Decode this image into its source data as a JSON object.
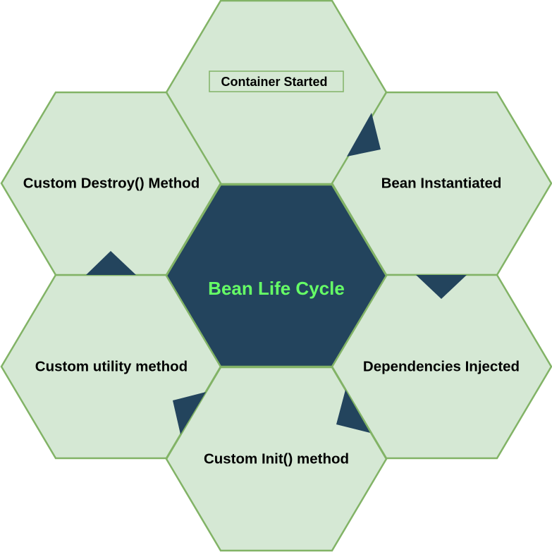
{
  "diagram": {
    "center": {
      "label": "Bean Life Cycle"
    },
    "stages": {
      "container_started": "Container Started",
      "bean_instantiated": "Bean Instantiated",
      "dependencies_injected": "Dependencies Injected",
      "custom_init": "Custom Init() method",
      "custom_utility": "Custom utility method",
      "custom_destroy": "Custom Destroy() Method"
    }
  },
  "colors": {
    "hex_fill": "#d5e8d4",
    "hex_border": "#82b366",
    "center_fill": "#23445d",
    "center_text": "#66ff66",
    "arrow": "#23445d"
  }
}
